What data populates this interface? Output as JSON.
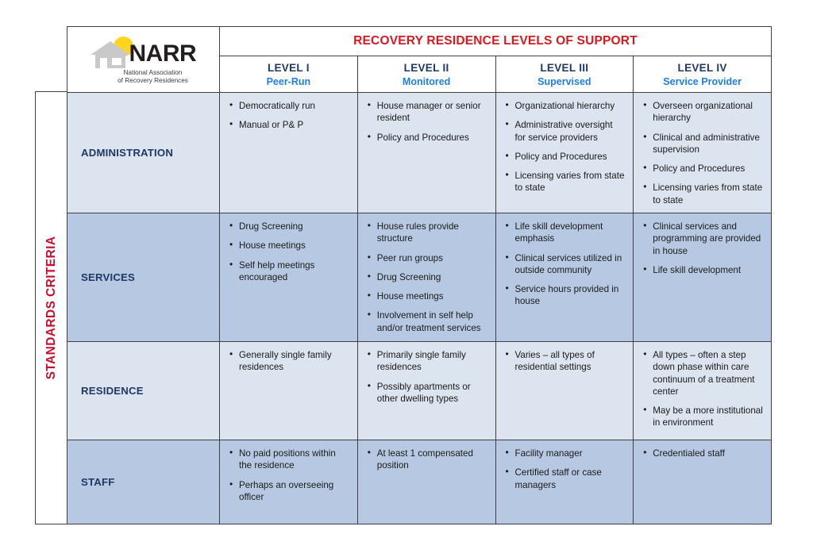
{
  "logo": {
    "wordmark": "NARR",
    "tagline_line1": "National Association",
    "tagline_line2": "of Recovery Residences",
    "icon_house": "house-icon",
    "icon_sun": "sun-icon"
  },
  "side_label": "STANDARDS  CRITERIA",
  "header": {
    "title": "RECOVERY RESIDENCE LEVELS OF SUPPORT",
    "levels": [
      {
        "name": "LEVEL  I",
        "subtitle": "Peer-Run"
      },
      {
        "name": "LEVEL  II",
        "subtitle": "Monitored"
      },
      {
        "name": "LEVEL  III",
        "subtitle": "Supervised"
      },
      {
        "name": "LEVEL  IV",
        "subtitle": "Service Provider"
      }
    ]
  },
  "colors": {
    "title_red": "#d71920",
    "side_label_red": "#c8102e",
    "level_name_navy": "#1f3864",
    "level_sub_blue": "#1f7fe0",
    "criteria_navy": "#1f3864",
    "row_light": "#dce4ef",
    "row_dark": "#b7c9e2",
    "border": "#3f3f3f",
    "logo_sun_yellow": "#ffd520",
    "logo_house_gray": "#c9c9c9"
  },
  "rows": [
    {
      "criteria": "ADMINISTRATION",
      "shade": "light",
      "cells": [
        [
          "Democratically run",
          "Manual or P& P"
        ],
        [
          "House manager or senior resident",
          "Policy and Procedures"
        ],
        [
          "Organizational hierarchy",
          "Administrative oversight for service providers",
          "Policy and Procedures",
          "Licensing varies from state to state"
        ],
        [
          "Overseen organizational hierarchy",
          "Clinical and administrative supervision",
          "Policy and Procedures",
          "Licensing varies from state to state"
        ]
      ]
    },
    {
      "criteria": "SERVICES",
      "shade": "dark",
      "cells": [
        [
          "Drug Screening",
          "House meetings",
          "Self help meetings encouraged"
        ],
        [
          "House rules provide structure",
          "Peer run groups",
          "Drug Screening",
          "House meetings",
          "Involvement in self help and/or treatment services"
        ],
        [
          "Life skill development emphasis",
          "Clinical services utilized in outside community",
          "Service hours provided in house"
        ],
        [
          "Clinical services and programming are provided in house",
          "Life skill development"
        ]
      ]
    },
    {
      "criteria": "RESIDENCE",
      "shade": "light",
      "cells": [
        [
          "Generally single family residences"
        ],
        [
          "Primarily single family residences",
          "Possibly apartments or other dwelling types"
        ],
        [
          "Varies – all types of residential settings"
        ],
        [
          "All types – often a step down phase within care continuum of a treatment center",
          "May be a more institutional in environment"
        ]
      ]
    },
    {
      "criteria": "STAFF",
      "shade": "dark",
      "cells": [
        [
          "No paid positions within the residence",
          "Perhaps an overseeing officer"
        ],
        [
          "At least 1 compensated position"
        ],
        [
          "Facility manager",
          "Certified staff or case managers"
        ],
        [
          "Credentialed staff"
        ]
      ]
    }
  ]
}
